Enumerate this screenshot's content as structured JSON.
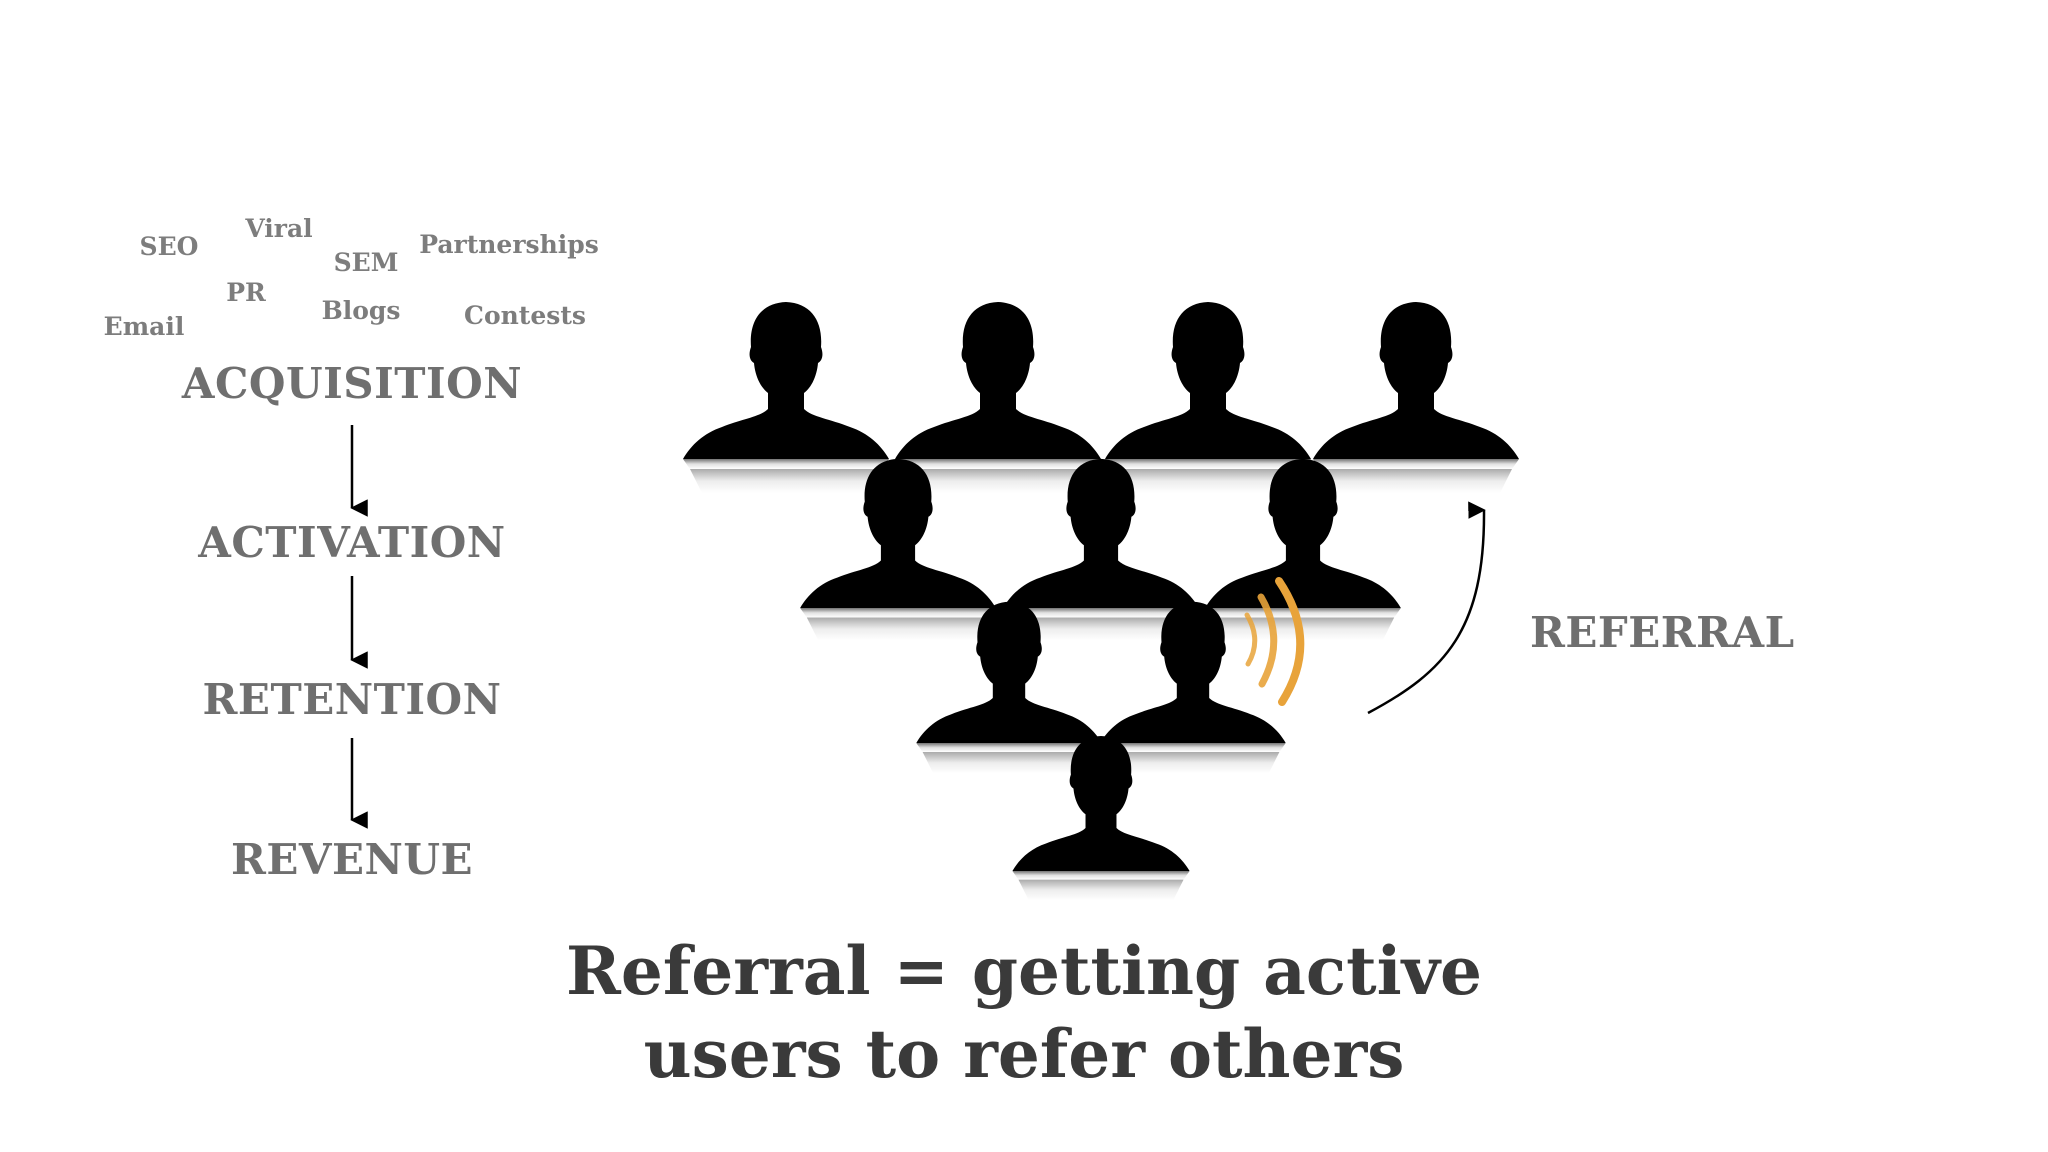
{
  "channels": [
    "SEO",
    "Viral",
    "SEM",
    "Partnerships",
    "PR",
    "Email",
    "Blogs",
    "Contests"
  ],
  "funnel": {
    "stages": [
      "ACQUISITION",
      "ACTIVATION",
      "RETENTION",
      "REVENUE"
    ],
    "highlight": "REFERRAL"
  },
  "caption": {
    "line1": "Referral = getting active",
    "line2": "users to refer others"
  },
  "colors": {
    "background": "#ffffff",
    "channel_text": "#7d7d7d",
    "stage_text": "#6f6f6f",
    "caption_text": "#3a3a3a",
    "silhouette": "#000000",
    "signal_waves": "#e8a33a",
    "arrow": "#000000"
  },
  "icons": {
    "person": "person-silhouette-icon",
    "signal": "signal-waves-icon"
  }
}
